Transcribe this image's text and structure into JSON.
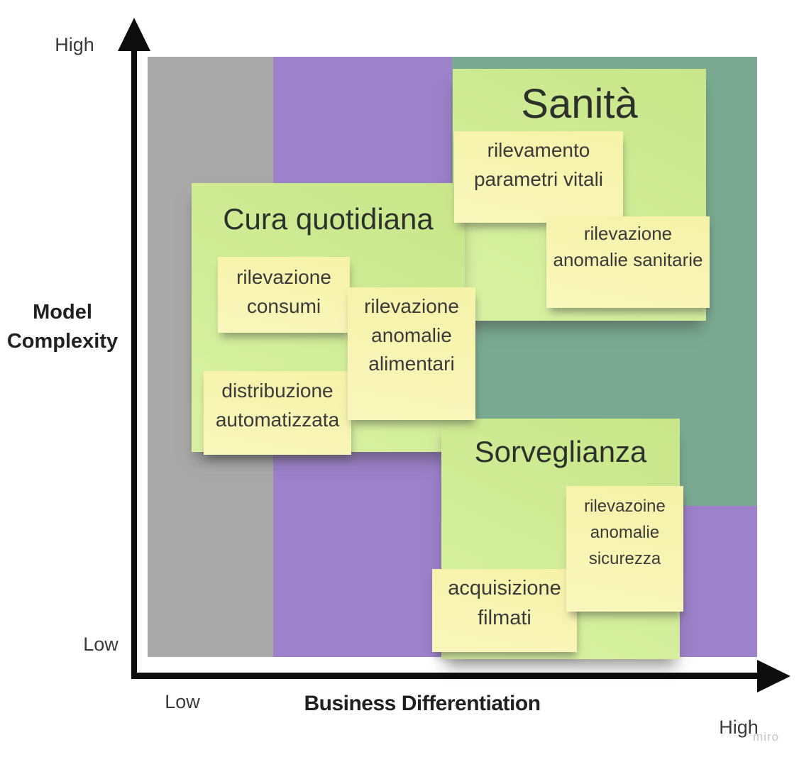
{
  "axes": {
    "y_high": "High",
    "y_low": "Low",
    "y_title": "Model Complexity",
    "x_low": "Low",
    "x_high": "High",
    "x_title": "Business Differentiation"
  },
  "watermark": "miro",
  "colors": {
    "zone_gray": "#a9a9a9",
    "zone_purple": "#9d81cb",
    "zone_teal": "#7aab92",
    "group_note_green": "#cfea92",
    "sticky_yellow": "#f8f4b0",
    "axis_black": "#0d0d0d",
    "note_text": "#3a3a3a"
  },
  "groups": {
    "sanita": {
      "title": "Sanità"
    },
    "cura": {
      "title": "Cura quotidiana"
    },
    "sorveglianza": {
      "title": "Sorveglianza"
    }
  },
  "notes": {
    "rilevamento_parametri_vitali": "rilevamento parametri vitali",
    "rilevazione_anomalie_sanitarie": "rilevazione anomalie sanitarie",
    "rilevazione_consumi": "rilevazione consumi",
    "rilevazione_anomalie_alimentari": "rilevazione anomalie alimentari",
    "distribuzione_automatizzata": "distribuzione automatizzata",
    "rilevazoine_anomalie_sicurezza": "rilevazoine anomalie sicurezza",
    "acquisizione_filmati": "acquisizione filmati"
  }
}
